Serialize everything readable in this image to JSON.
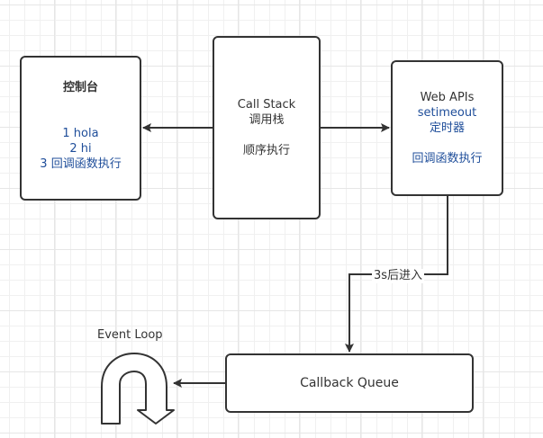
{
  "diagram": {
    "console": {
      "title": "控制台",
      "lines": [
        "1 hola",
        "2 hi",
        "3 回调函数执行"
      ]
    },
    "call_stack": {
      "title": "Call Stack",
      "subtitle": "调用栈",
      "note": "顺序执行"
    },
    "web_apis": {
      "title": "Web APIs",
      "item": "setimeout",
      "item_desc": "定时器",
      "note": "回调函数执行"
    },
    "callback_queue": {
      "title": "Callback Queue"
    },
    "event_loop": {
      "label": "Event Loop",
      "icon": "u-turn-arrow-icon"
    },
    "edges": [
      {
        "from": "call_stack",
        "to": "console",
        "label": ""
      },
      {
        "from": "call_stack",
        "to": "web_apis",
        "label": ""
      },
      {
        "from": "web_apis",
        "to": "callback_queue",
        "label": "3s后进入"
      },
      {
        "from": "callback_queue",
        "to": "event_loop",
        "label": ""
      }
    ],
    "colors": {
      "stroke": "#333333",
      "text": "#333333",
      "accent_text": "#1f4e9a",
      "grid": "#f0f0f0"
    }
  }
}
